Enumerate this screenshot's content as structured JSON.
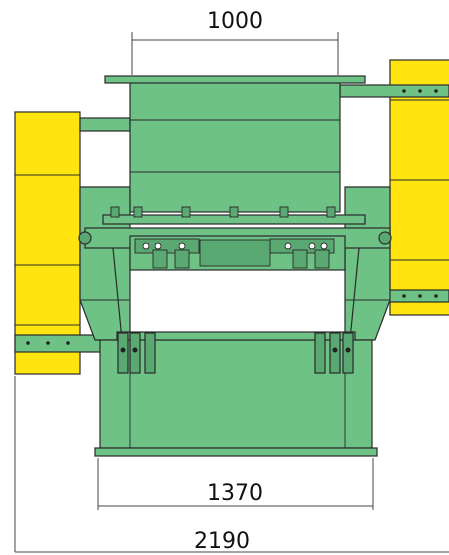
{
  "dimensions": {
    "top_width": "1000",
    "base_width": "1370",
    "overall_width": "2190"
  },
  "colors": {
    "body": "#6ec286",
    "flywheel": "#ffe40f",
    "outline": "#2a2a2a",
    "dimension_line": "#444444"
  }
}
